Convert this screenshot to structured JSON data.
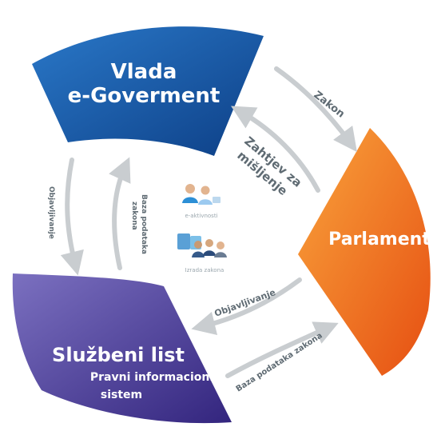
{
  "segments": {
    "vlada": {
      "title_line1": "Vlada",
      "title_line2": "e-Goverment",
      "color_start": "#1e63b3",
      "color_end": "#0d3f86"
    },
    "parlament": {
      "title": "Parlament",
      "color_start": "#f7a13a",
      "color_end": "#ea5a14"
    },
    "sluzbeni": {
      "title": "Službeni list",
      "subtitle_line1": "Pravni informacioni",
      "subtitle_line2": "sistem",
      "color_start": "#6e63b6",
      "color_end": "#3b2d86"
    }
  },
  "arrows": {
    "zakon": "Zakon",
    "zahtjev_line1": "Zahtjev za",
    "zahtjev_line2": "mišljenje",
    "objavljivanje_left": "Objavljivanje",
    "baza_left_line1": "Baza podataka",
    "baza_left_line2": "zakona",
    "objavljivanje_bottom": "Objavljivanje",
    "baza_bottom": "Baza podataka zakona"
  },
  "center": {
    "icon1_label": "e-aktivnosti",
    "icon2_label": "Izrada zakona"
  },
  "colors": {
    "arrow": "#c9cdd0",
    "label": "#5f6b73"
  }
}
